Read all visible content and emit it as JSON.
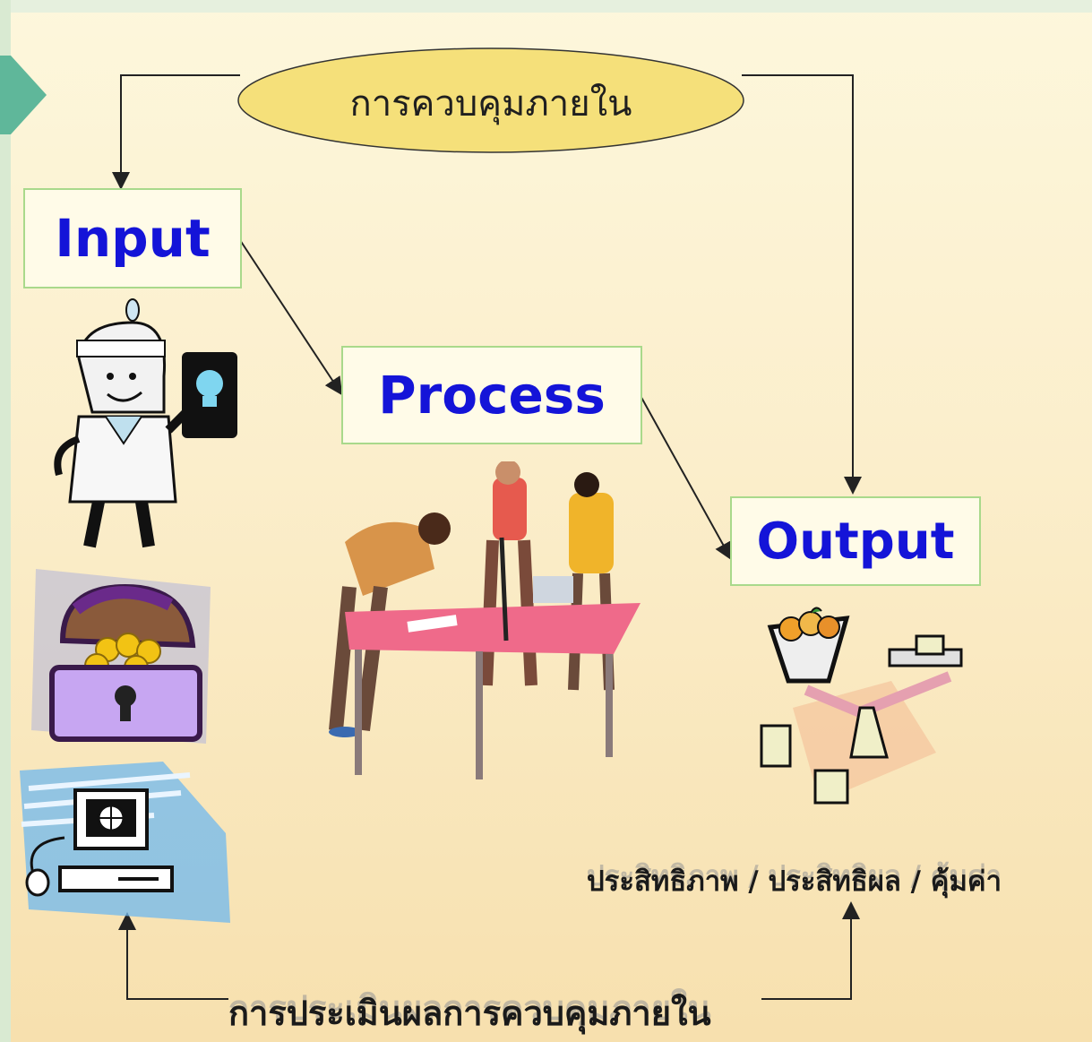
{
  "diagram": {
    "control_oval": "การควบคุมภายใน",
    "input_label": "Input",
    "process_label": "Process",
    "output_label": "Output",
    "output_caption": "ประสิทธิภาพ / ประสิทธิผล / คุ้มค่า",
    "evaluation_caption": "การประเมินผลการควบคุมภายใน"
  },
  "colors": {
    "oval_fill": "#f5e07a",
    "box_text": "#1414d8",
    "box_border": "#a9d98b",
    "accent_chevron": "#5fb79a"
  }
}
